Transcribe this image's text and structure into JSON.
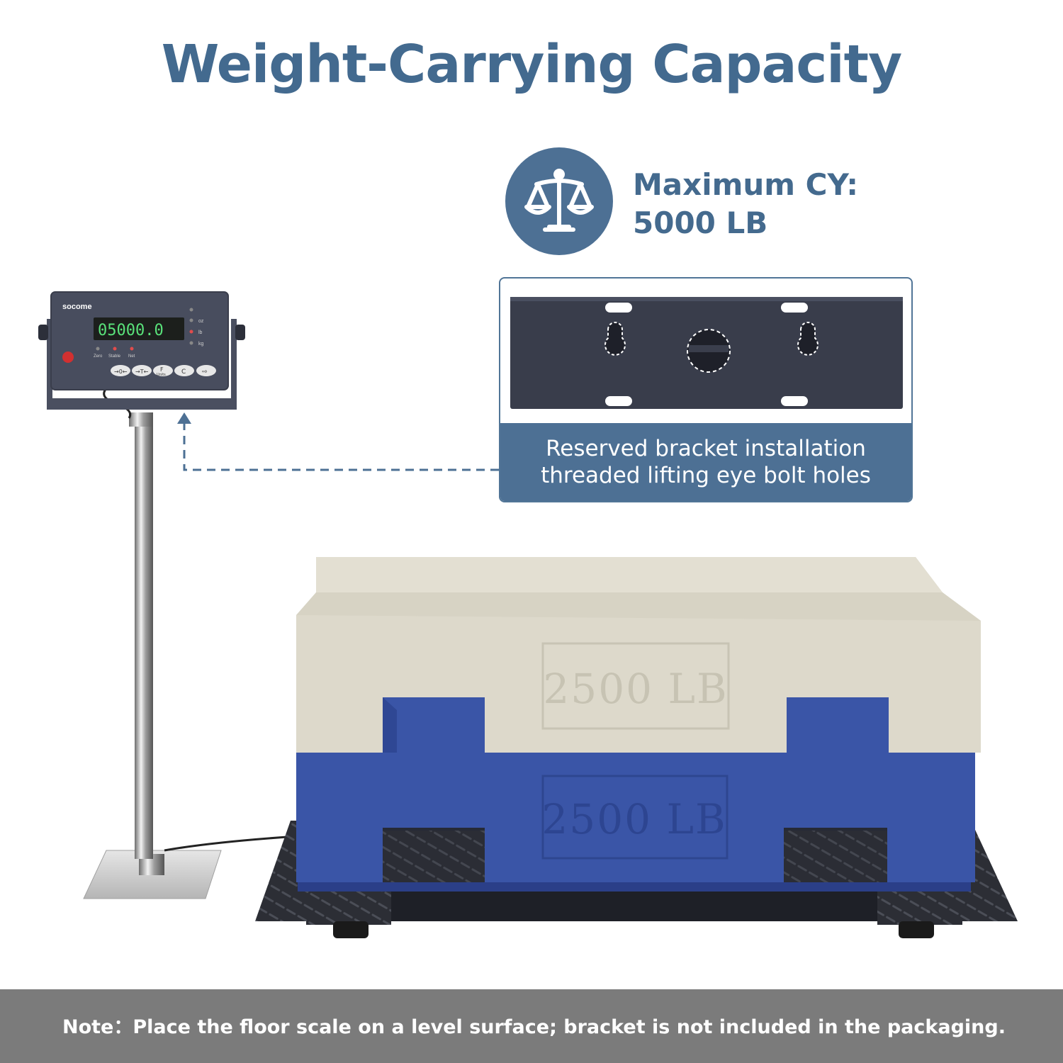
{
  "title": "Weight-Carrying Capacity",
  "capacity": {
    "icon": "balance-scale-icon",
    "line1": "Maximum CY:",
    "line2": "5000 LB"
  },
  "bracket": {
    "caption_line1": "Reserved bracket installation",
    "caption_line2": "threaded lifting eye bolt holes"
  },
  "indicator": {
    "brand": "socome",
    "display": "05000.0",
    "units": [
      "oz",
      "lb",
      "kg"
    ],
    "status_labels": [
      "Zero",
      "Stable",
      "Net"
    ],
    "keys": [
      "→0←",
      "→T←",
      "F",
      "C",
      "⇨"
    ],
    "key_sublabel": "Units"
  },
  "weights": {
    "top_label": "2500 LB",
    "bottom_label": "2500 LB"
  },
  "note": "Note：Place the floor scale on a level surface; bracket is not included in the packaging.",
  "colors": {
    "accent": "#4d7094",
    "title": "#436a8f",
    "top_weight": "#ddd9cb",
    "bottom_weight": "#3a55a7",
    "display_digits": "#59e27a",
    "note_bar": "#7b7b7b"
  }
}
